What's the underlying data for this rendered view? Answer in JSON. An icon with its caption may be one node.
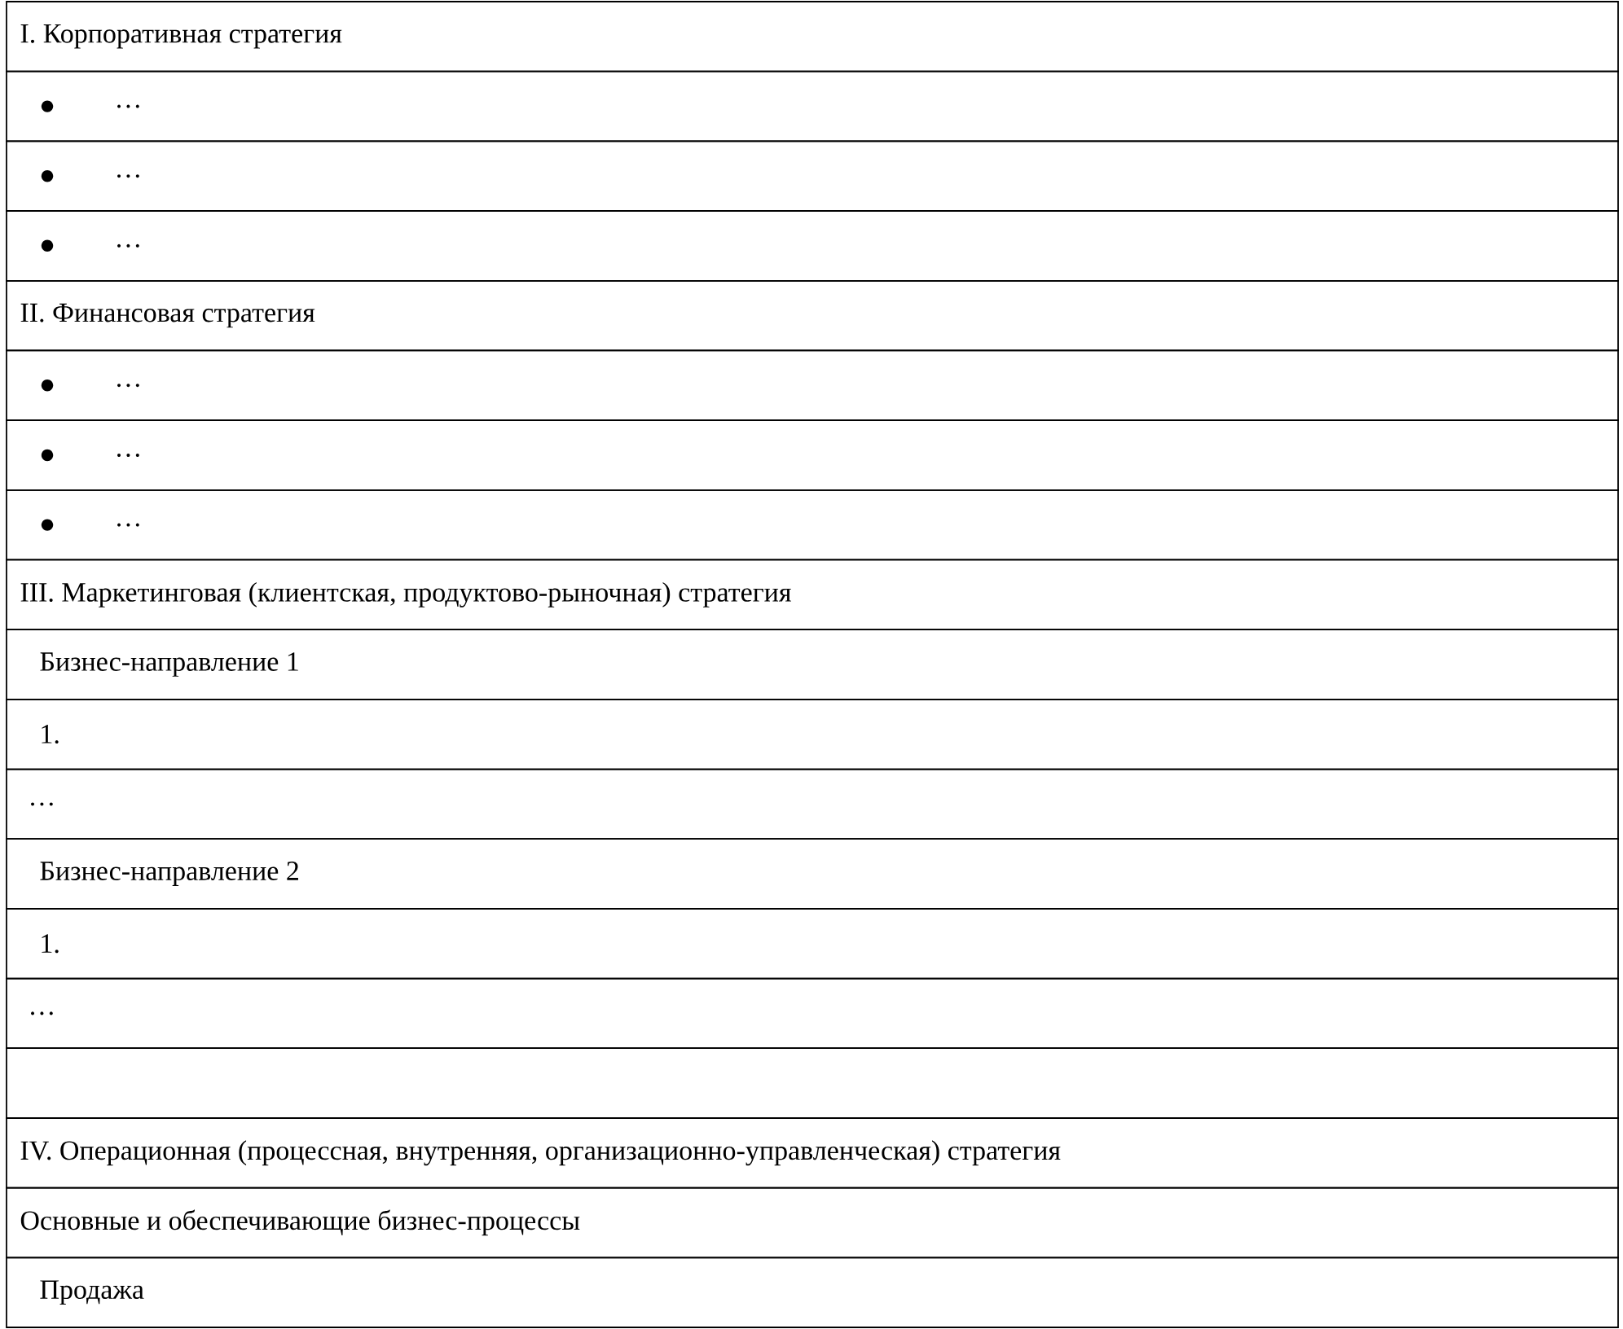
{
  "diagram": {
    "labels": [
      "I. Корпоративная стратегия",
      "…",
      "…",
      "…",
      "II. Финансовая стратегия",
      "…",
      "…",
      "…",
      "III. Маркетинговая (клиентская, продуктово-рыночная) стратегия",
      "Бизнес-направление 1",
      "1.",
      "…",
      "Бизнес-направление 2",
      "1.",
      "…",
      "IV. Операционная (процессная, внутренняя, организационно-управленческая) стратегия",
      "Основные и обеспечивающие бизнес-процессы",
      "Продажа"
    ]
  }
}
